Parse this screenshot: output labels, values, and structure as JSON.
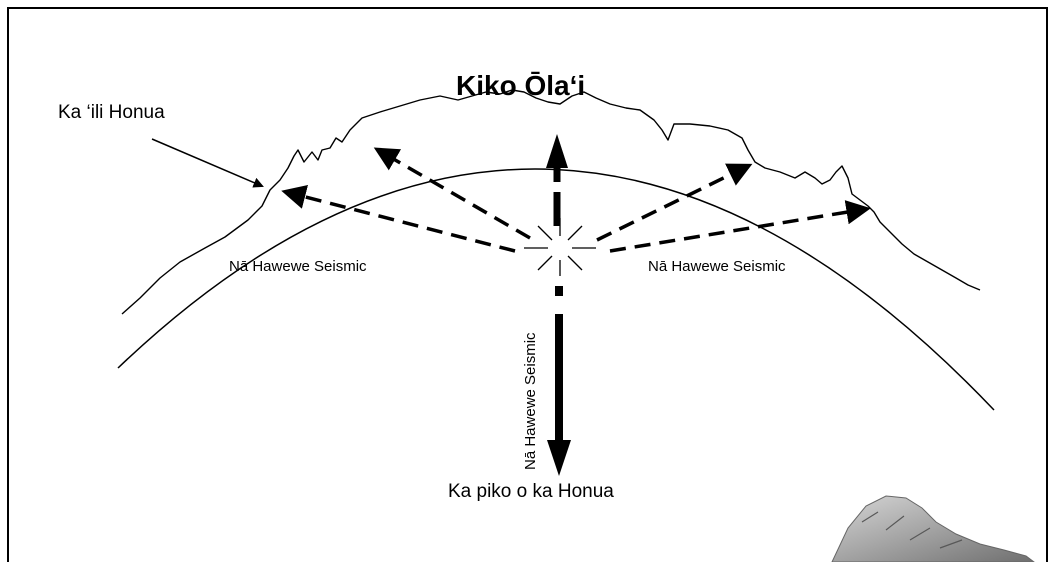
{
  "diagram": {
    "title": "Kiko Ōla‘i",
    "labels": {
      "surface": "Ka ‘ili Honua",
      "waves_left": "Nā Hawewe Seismic",
      "waves_right": "Nā Hawewe Seismic",
      "waves_down": "Nā Hawewe Seismic",
      "core": "Ka piko o ka Honua"
    },
    "colors": {
      "ink": "#000000",
      "background": "#ffffff",
      "rock": "#a8a8a8"
    }
  }
}
